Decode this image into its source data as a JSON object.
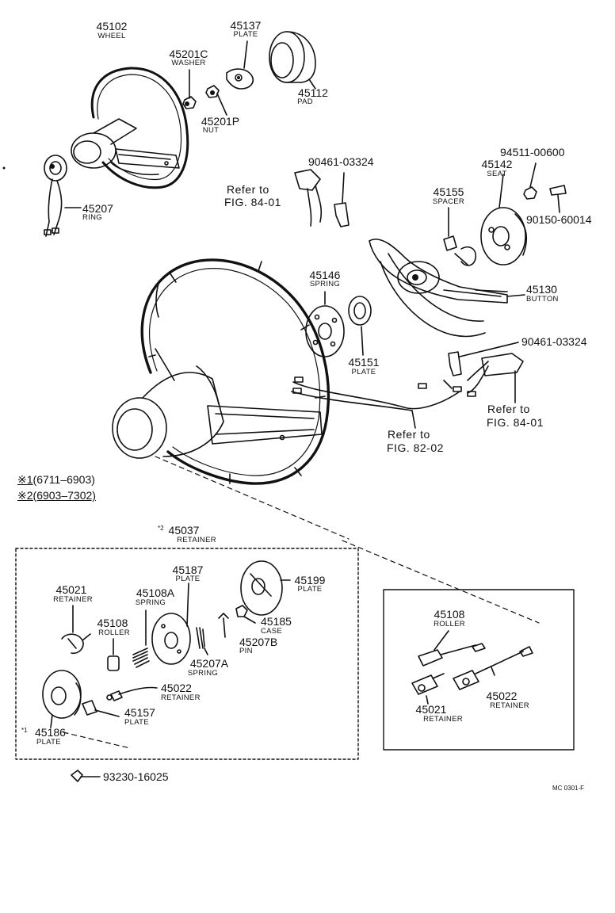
{
  "parts": [
    {
      "id": "p45102",
      "num": "45102",
      "name": "WHEEL"
    },
    {
      "id": "p45201c",
      "num": "45201C",
      "name": "WASHER"
    },
    {
      "id": "p45137",
      "num": "45137",
      "name": "PLATE"
    },
    {
      "id": "p45112",
      "num": "45112",
      "name": "PAD"
    },
    {
      "id": "p45201p",
      "num": "45201P",
      "name": "NUT"
    },
    {
      "id": "p45207",
      "num": "45207",
      "name": "RING"
    },
    {
      "id": "p90461a",
      "num": "90461-03324",
      "name": ""
    },
    {
      "id": "p94511",
      "num": "94511-00600",
      "name": ""
    },
    {
      "id": "p45142",
      "num": "45142",
      "name": "SEAT"
    },
    {
      "id": "p45155",
      "num": "45155",
      "name": "SPACER"
    },
    {
      "id": "p90150",
      "num": "90150-60014",
      "name": ""
    },
    {
      "id": "p45146",
      "num": "45146",
      "name": "SPRING"
    },
    {
      "id": "p45130",
      "num": "45130",
      "name": "BUTTON"
    },
    {
      "id": "p45151",
      "num": "45151",
      "name": "PLATE"
    },
    {
      "id": "p90461b",
      "num": "90461-03324",
      "name": ""
    },
    {
      "id": "p45037",
      "num": "45037",
      "name": "RETAINER"
    },
    {
      "id": "p45187",
      "num": "45187",
      "name": "PLATE"
    },
    {
      "id": "p45199",
      "num": "45199",
      "name": "PLATE"
    },
    {
      "id": "p45021a",
      "num": "45021",
      "name": "RETAINER"
    },
    {
      "id": "p45108a",
      "num": "45108A",
      "name": "SPRING"
    },
    {
      "id": "p45108b",
      "num": "45108",
      "name": "ROLLER"
    },
    {
      "id": "p45185",
      "num": "45185",
      "name": "CASE"
    },
    {
      "id": "p45207b",
      "num": "45207B",
      "name": "PIN"
    },
    {
      "id": "p45207a",
      "num": "45207A",
      "name": "SPRING"
    },
    {
      "id": "p45022a",
      "num": "45022",
      "name": "RETAINER"
    },
    {
      "id": "p45157",
      "num": "45157",
      "name": "PLATE"
    },
    {
      "id": "p45186",
      "num": "45186",
      "name": "PLATE"
    },
    {
      "id": "p93230",
      "num": "93230-16025",
      "name": ""
    },
    {
      "id": "p45108c",
      "num": "45108",
      "name": "ROLLER"
    },
    {
      "id": "p45021b",
      "num": "45021",
      "name": "RETAINER"
    },
    {
      "id": "p45022b",
      "num": "45022",
      "name": "RETAINER"
    }
  ],
  "refs": [
    {
      "line1": "Refer to",
      "line2": "FIG. 84-01"
    },
    {
      "line1": "Refer to",
      "line2": "FIG. 84-01"
    },
    {
      "line1": "Refer to",
      "line2": "FIG. 82-02"
    }
  ],
  "notes": {
    "note1_mark": "※1",
    "note1_range": "(6711–6903)",
    "note2_mark": "※2",
    "note2_range": "(6903–7302)",
    "mark2_small": "*2",
    "mark1_small": "*1"
  },
  "drawing_code": "MC 0301-F",
  "colors": {
    "ink": "#111111",
    "background": "#ffffff"
  }
}
